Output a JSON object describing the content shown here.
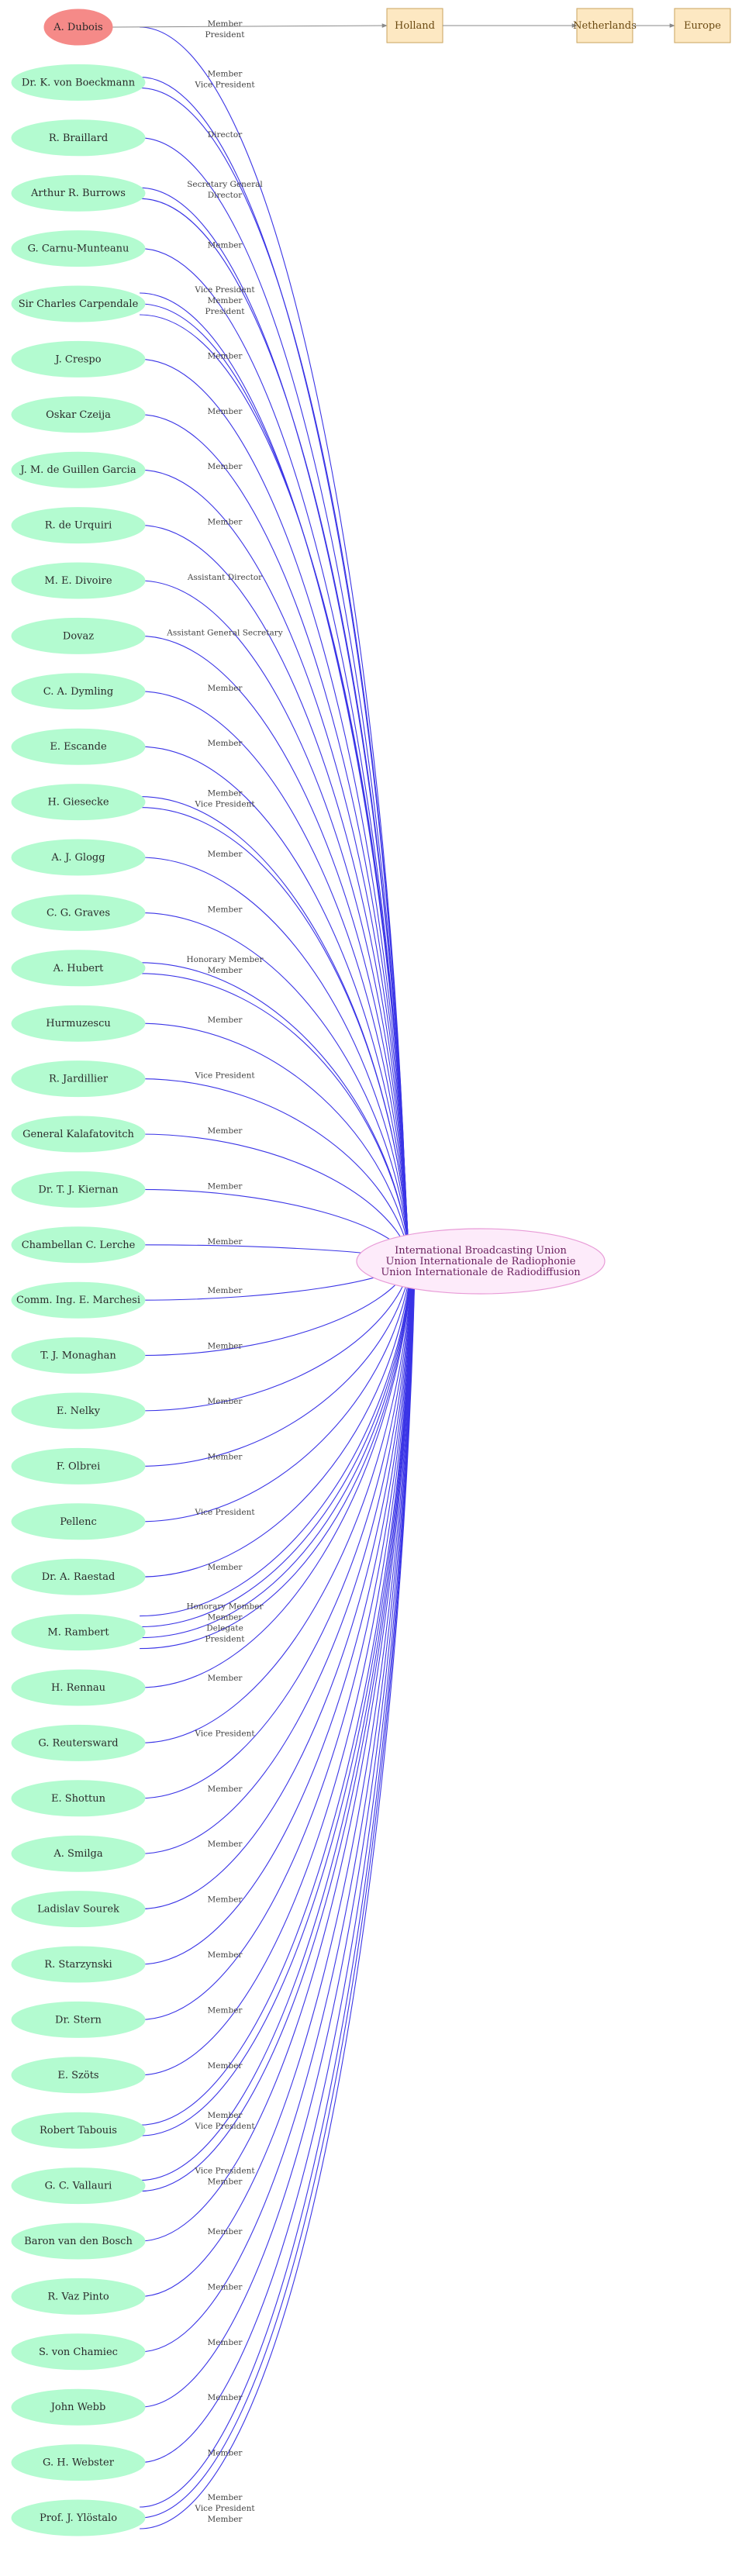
{
  "colors": {
    "person_fill": "#b3fbd0",
    "highlight_fill": "#f58a88",
    "chain_fill": "#fde8c2",
    "chain_stroke": "#c9a35e",
    "hub_fill": "#fdebfa",
    "hub_stroke": "#e89bd7",
    "edge": "#3a34e6",
    "chain_edge": "#8a8a8a"
  },
  "hub": {
    "lines": [
      "International Broadcasting Union",
      "Union Internationale de Radiophonie",
      "Union Internationale de Radiodiffusion"
    ]
  },
  "chain": [
    "Holland",
    "Netherlands",
    "Europe"
  ],
  "highlight_person": "A. Dubois",
  "chain_edge_label": "President",
  "people": [
    {
      "name": "A. Dubois",
      "roles": [
        "Member"
      ]
    },
    {
      "name": "Dr. K. von Boeckmann",
      "roles": [
        "Member",
        "Vice President"
      ]
    },
    {
      "name": "R. Braillard",
      "roles": [
        "Director"
      ]
    },
    {
      "name": "Arthur R. Burrows",
      "roles": [
        "Secretary General",
        "Director"
      ]
    },
    {
      "name": "G. Carnu-Munteanu",
      "roles": [
        "Member"
      ]
    },
    {
      "name": "Sir Charles Carpendale",
      "roles": [
        "Vice President",
        "Member",
        "President"
      ]
    },
    {
      "name": "J. Crespo",
      "roles": [
        "Member"
      ]
    },
    {
      "name": "Oskar Czeija",
      "roles": [
        "Member"
      ]
    },
    {
      "name": "J. M. de Guillen Garcia",
      "roles": [
        "Member"
      ]
    },
    {
      "name": "R. de Urquiri",
      "roles": [
        "Member"
      ]
    },
    {
      "name": "M. E. Divoire",
      "roles": [
        "Assistant Director"
      ]
    },
    {
      "name": "Dovaz",
      "roles": [
        "Assistant General Secretary"
      ]
    },
    {
      "name": "C. A. Dymling",
      "roles": [
        "Member"
      ]
    },
    {
      "name": "E. Escande",
      "roles": [
        "Member"
      ]
    },
    {
      "name": "H. Giesecke",
      "roles": [
        "Member",
        "Vice President"
      ]
    },
    {
      "name": "A. J. Glogg",
      "roles": [
        "Member"
      ]
    },
    {
      "name": "C. G. Graves",
      "roles": [
        "Member"
      ]
    },
    {
      "name": "A. Hubert",
      "roles": [
        "Honorary Member",
        "Member"
      ]
    },
    {
      "name": "Hurmuzescu",
      "roles": [
        "Member"
      ]
    },
    {
      "name": "R. Jardillier",
      "roles": [
        "Vice President"
      ]
    },
    {
      "name": "General Kalafatovitch",
      "roles": [
        "Member"
      ]
    },
    {
      "name": "Dr. T. J. Kiernan",
      "roles": [
        "Member"
      ]
    },
    {
      "name": "Chambellan C. Lerche",
      "roles": [
        "Member"
      ]
    },
    {
      "name": "Comm. Ing. E. Marchesi",
      "roles": [
        "Member"
      ]
    },
    {
      "name": "T. J. Monaghan",
      "roles": [
        "Member"
      ]
    },
    {
      "name": "E. Nelky",
      "roles": [
        "Member"
      ]
    },
    {
      "name": "F. Olbrei",
      "roles": [
        "Member"
      ]
    },
    {
      "name": "Pellenc",
      "roles": [
        "Vice President"
      ]
    },
    {
      "name": "Dr. A. Raestad",
      "roles": [
        "Member"
      ]
    },
    {
      "name": "M. Rambert",
      "roles": [
        "Honorary Member",
        "Member",
        "Delegate",
        "President"
      ]
    },
    {
      "name": "H. Rennau",
      "roles": [
        "Member"
      ]
    },
    {
      "name": "G. Reutersward",
      "roles": [
        "Vice President"
      ]
    },
    {
      "name": "E. Shottun",
      "roles": [
        "Member"
      ]
    },
    {
      "name": "A. Smilga",
      "roles": [
        "Member"
      ]
    },
    {
      "name": "Ladislav Sourek",
      "roles": [
        "Member"
      ]
    },
    {
      "name": "R. Starzynski",
      "roles": [
        "Member"
      ]
    },
    {
      "name": "Dr. Stern",
      "roles": [
        "Member"
      ]
    },
    {
      "name": "E. Szöts",
      "roles": [
        "Member"
      ]
    },
    {
      "name": "Robert Tabouis",
      "roles": [
        "Member",
        "Vice President"
      ]
    },
    {
      "name": "G. C. Vallauri",
      "roles": [
        "Vice President",
        "Member"
      ]
    },
    {
      "name": "Baron van den Bosch",
      "roles": [
        "Member"
      ]
    },
    {
      "name": "R. Vaz Pinto",
      "roles": [
        "Member"
      ]
    },
    {
      "name": "S. von Chamiec",
      "roles": [
        "Member"
      ]
    },
    {
      "name": "John Webb",
      "roles": [
        "Member"
      ]
    },
    {
      "name": "G. H. Webster",
      "roles": [
        "Member"
      ]
    },
    {
      "name": "Prof. J. Ylöstalo",
      "roles": [
        "Member",
        "Vice President",
        "Member"
      ]
    }
  ]
}
